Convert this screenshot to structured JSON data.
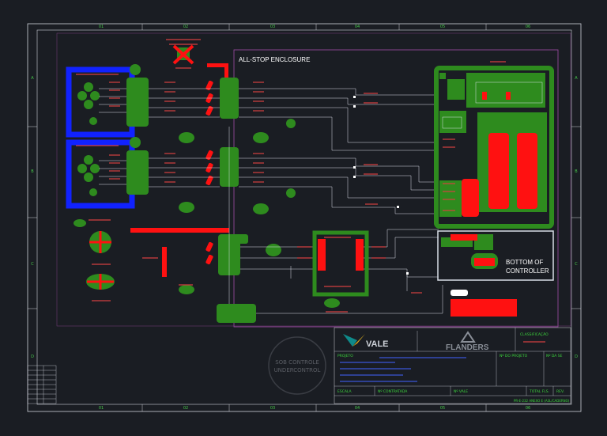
{
  "colors": {
    "background": "#1a1d23",
    "frame": "#cfd3da",
    "wire": "#d8dde6",
    "component": "#2e8b1e",
    "highlight_red": "#ff1111",
    "highlight_blue": "#1122ff",
    "tiny_label": "#d44040",
    "grid_text": "#46c84a",
    "title_green": "#3cd43c",
    "title_blue": "#3a56d6"
  },
  "columns": [
    "01",
    "02",
    "03",
    "04",
    "05",
    "06"
  ],
  "rows": [
    "A",
    "B",
    "C",
    "D"
  ],
  "labels": {
    "enclosure_title": "ALL-STOP ENCLOSURE",
    "bottom_of_controller_1": "BOTTOM OF",
    "bottom_of_controller_2": "CONTROLLER",
    "stamp_1": "SOB CONTROLE",
    "stamp_2": "UNDERCONTROL"
  },
  "title_block": {
    "logo_vale": "VALE",
    "logo_flanders": "FLANDERS",
    "classificacao": "CLASSIFICAÇÃO",
    "projeto": "PROJETO",
    "no_do_projeto": "Nº DO PROJETO",
    "no_da_se": "Nº DA SE",
    "escala": "ESCALA",
    "no_contratada": "Nº CONTRATADA",
    "no_vale": "Nº VALE",
    "total_fls": "TOTAL FLS.",
    "rev": "REV.",
    "drawing_number": "PR-E-232 ANEXO E (A3L/CADERNO)"
  },
  "icons": {
    "vale_logo": "vale-v-logo-icon",
    "flanders_logo": "flanders-triangle-logo-icon",
    "estop": "estop-mushroom-icon",
    "connector": "terminal-connector-icon"
  }
}
